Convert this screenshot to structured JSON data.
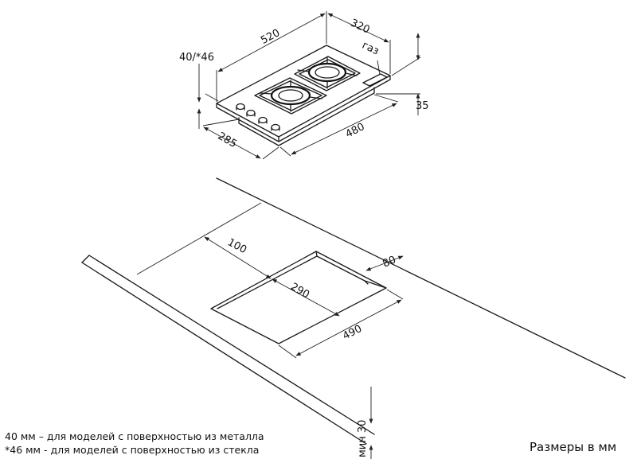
{
  "hob_dimensions": {
    "width": "520",
    "depth": "320",
    "surface_thickness": "40/*46",
    "gas_label": "газ",
    "body_height": "35",
    "body_depth": "285",
    "body_width": "480"
  },
  "cutout_dimensions": {
    "front_offset": "100",
    "back_offset": "80",
    "cutout_depth": "290",
    "cutout_width": "490",
    "min_countertop": "мин 30"
  },
  "notes": {
    "metal": "40 мм – для моделей с поверхностью из металла",
    "glass": "*46 мм - для моделей с поверхностью из стекла"
  },
  "units_label": "Размеры в мм"
}
